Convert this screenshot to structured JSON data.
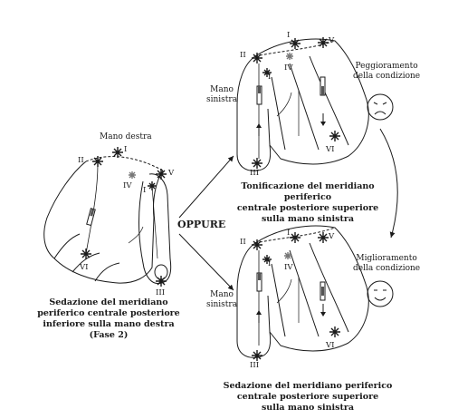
{
  "left_hand": {
    "title": "Mano destra",
    "caption": [
      "Sedazione del meridiano",
      "periferico centrale posteriore",
      "inferiore sulla mano destra",
      "(Fase 2)"
    ]
  },
  "connector": {
    "label": "OPPURE"
  },
  "top_right_hand": {
    "side_label": [
      "Mano",
      "sinistra"
    ],
    "caption": [
      "Tonificazione del meridiano periferico",
      "centrale posteriore superiore",
      "sulla mano sinistra"
    ],
    "status": [
      "Peggioramento",
      "della condizione"
    ],
    "face": "sad-face"
  },
  "bottom_right_hand": {
    "side_label": [
      "Mano",
      "sinistra"
    ],
    "caption": [
      "Sedazione del meridiano periferico",
      "centrale posteriore superiore",
      "sulla mano sinistra"
    ],
    "status": [
      "Miglioramento",
      "della condizione"
    ],
    "face": "happy-face"
  },
  "points": {
    "I": "I",
    "II": "II",
    "III": "III",
    "IV": "IV",
    "V": "V",
    "VI": "VI"
  }
}
